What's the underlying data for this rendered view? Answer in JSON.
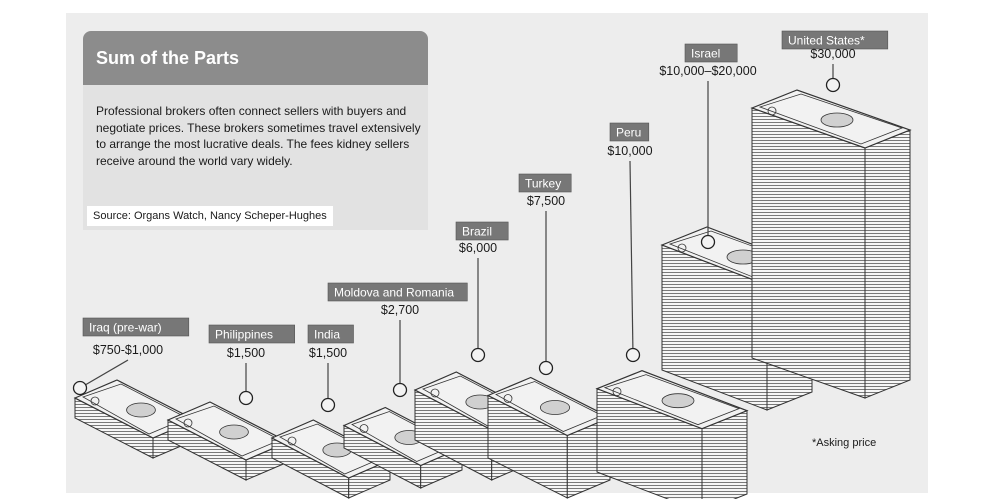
{
  "title": "Sum of the Parts",
  "description": "Professional brokers often connect sellers with buyers and negotiate prices. These brokers sometimes travel extensively to arrange the most lucrative deals. The fees kidney sellers receive around the world vary widely.",
  "source": "Source: Organs Watch, Nancy Scheper-Hughes",
  "footnote": "*Asking price",
  "colors": {
    "panel": "#ededed",
    "header": "#8c8c8c",
    "label_bg": "#777777",
    "bill_edge": "#ffffff",
    "bill_ink": "#333333"
  },
  "chart_data": {
    "type": "bar",
    "categories": [
      "Iraq (pre-war)",
      "Philippines",
      "India",
      "Moldova and Romania",
      "Brazil",
      "Turkey",
      "Peru",
      "Israel",
      "United States*"
    ],
    "price_labels": [
      "$750-$1,000",
      "$1,500",
      "$1,500",
      "$2,700",
      "$6,000",
      "$7,500",
      "$10,000",
      "$10,000–$20,000",
      "$30,000"
    ],
    "values_low": [
      750,
      1500,
      1500,
      2700,
      6000,
      7500,
      10000,
      10000,
      30000
    ],
    "values_high": [
      1000,
      1500,
      1500,
      2700,
      6000,
      7500,
      10000,
      20000,
      30000
    ],
    "unit": "USD",
    "legend": "none",
    "grid": false
  }
}
